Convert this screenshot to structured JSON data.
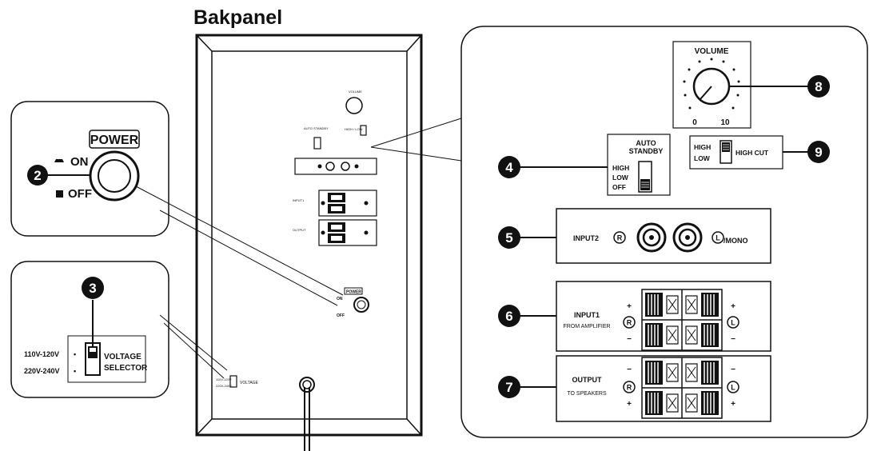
{
  "title": "Bakpanel",
  "callouts": {
    "power": "2",
    "voltage": "3",
    "auto_standby": "4",
    "input2": "5",
    "input1": "6",
    "output": "7",
    "volume": "8",
    "high_cut": "9"
  },
  "power_panel": {
    "label": "POWER",
    "on": "ON",
    "off": "OFF"
  },
  "voltage_panel": {
    "range_1": "110V-120V",
    "range_2": "220V-240V",
    "selector_1": "VOLTAGE",
    "selector_2": "SELECTOR"
  },
  "volume_panel": {
    "label": "VOLUME",
    "min": "0",
    "max": "10"
  },
  "auto_standby_panel": {
    "title_1": "AUTO",
    "title_2": "STANDBY",
    "opt_high": "HIGH",
    "opt_low": "LOW",
    "opt_off": "OFF"
  },
  "high_cut_panel": {
    "opt_high": "HIGH",
    "opt_low": "LOW",
    "label": "HIGH CUT"
  },
  "input2_panel": {
    "label": "INPUT2",
    "right": "R",
    "left": "L",
    "mono": "/MONO"
  },
  "input1_panel": {
    "label_1": "INPUT1",
    "label_2": "FROM AMPLIFIER",
    "right": "R",
    "left": "L",
    "plus": "+",
    "minus": "−"
  },
  "output_panel": {
    "label_1": "OUTPUT",
    "label_2": "TO SPEAKERS",
    "right": "R",
    "left": "L",
    "plus": "+",
    "minus": "−"
  },
  "rear_panel_small": {
    "power": "POWER",
    "on": "ON",
    "off": "OFF"
  }
}
